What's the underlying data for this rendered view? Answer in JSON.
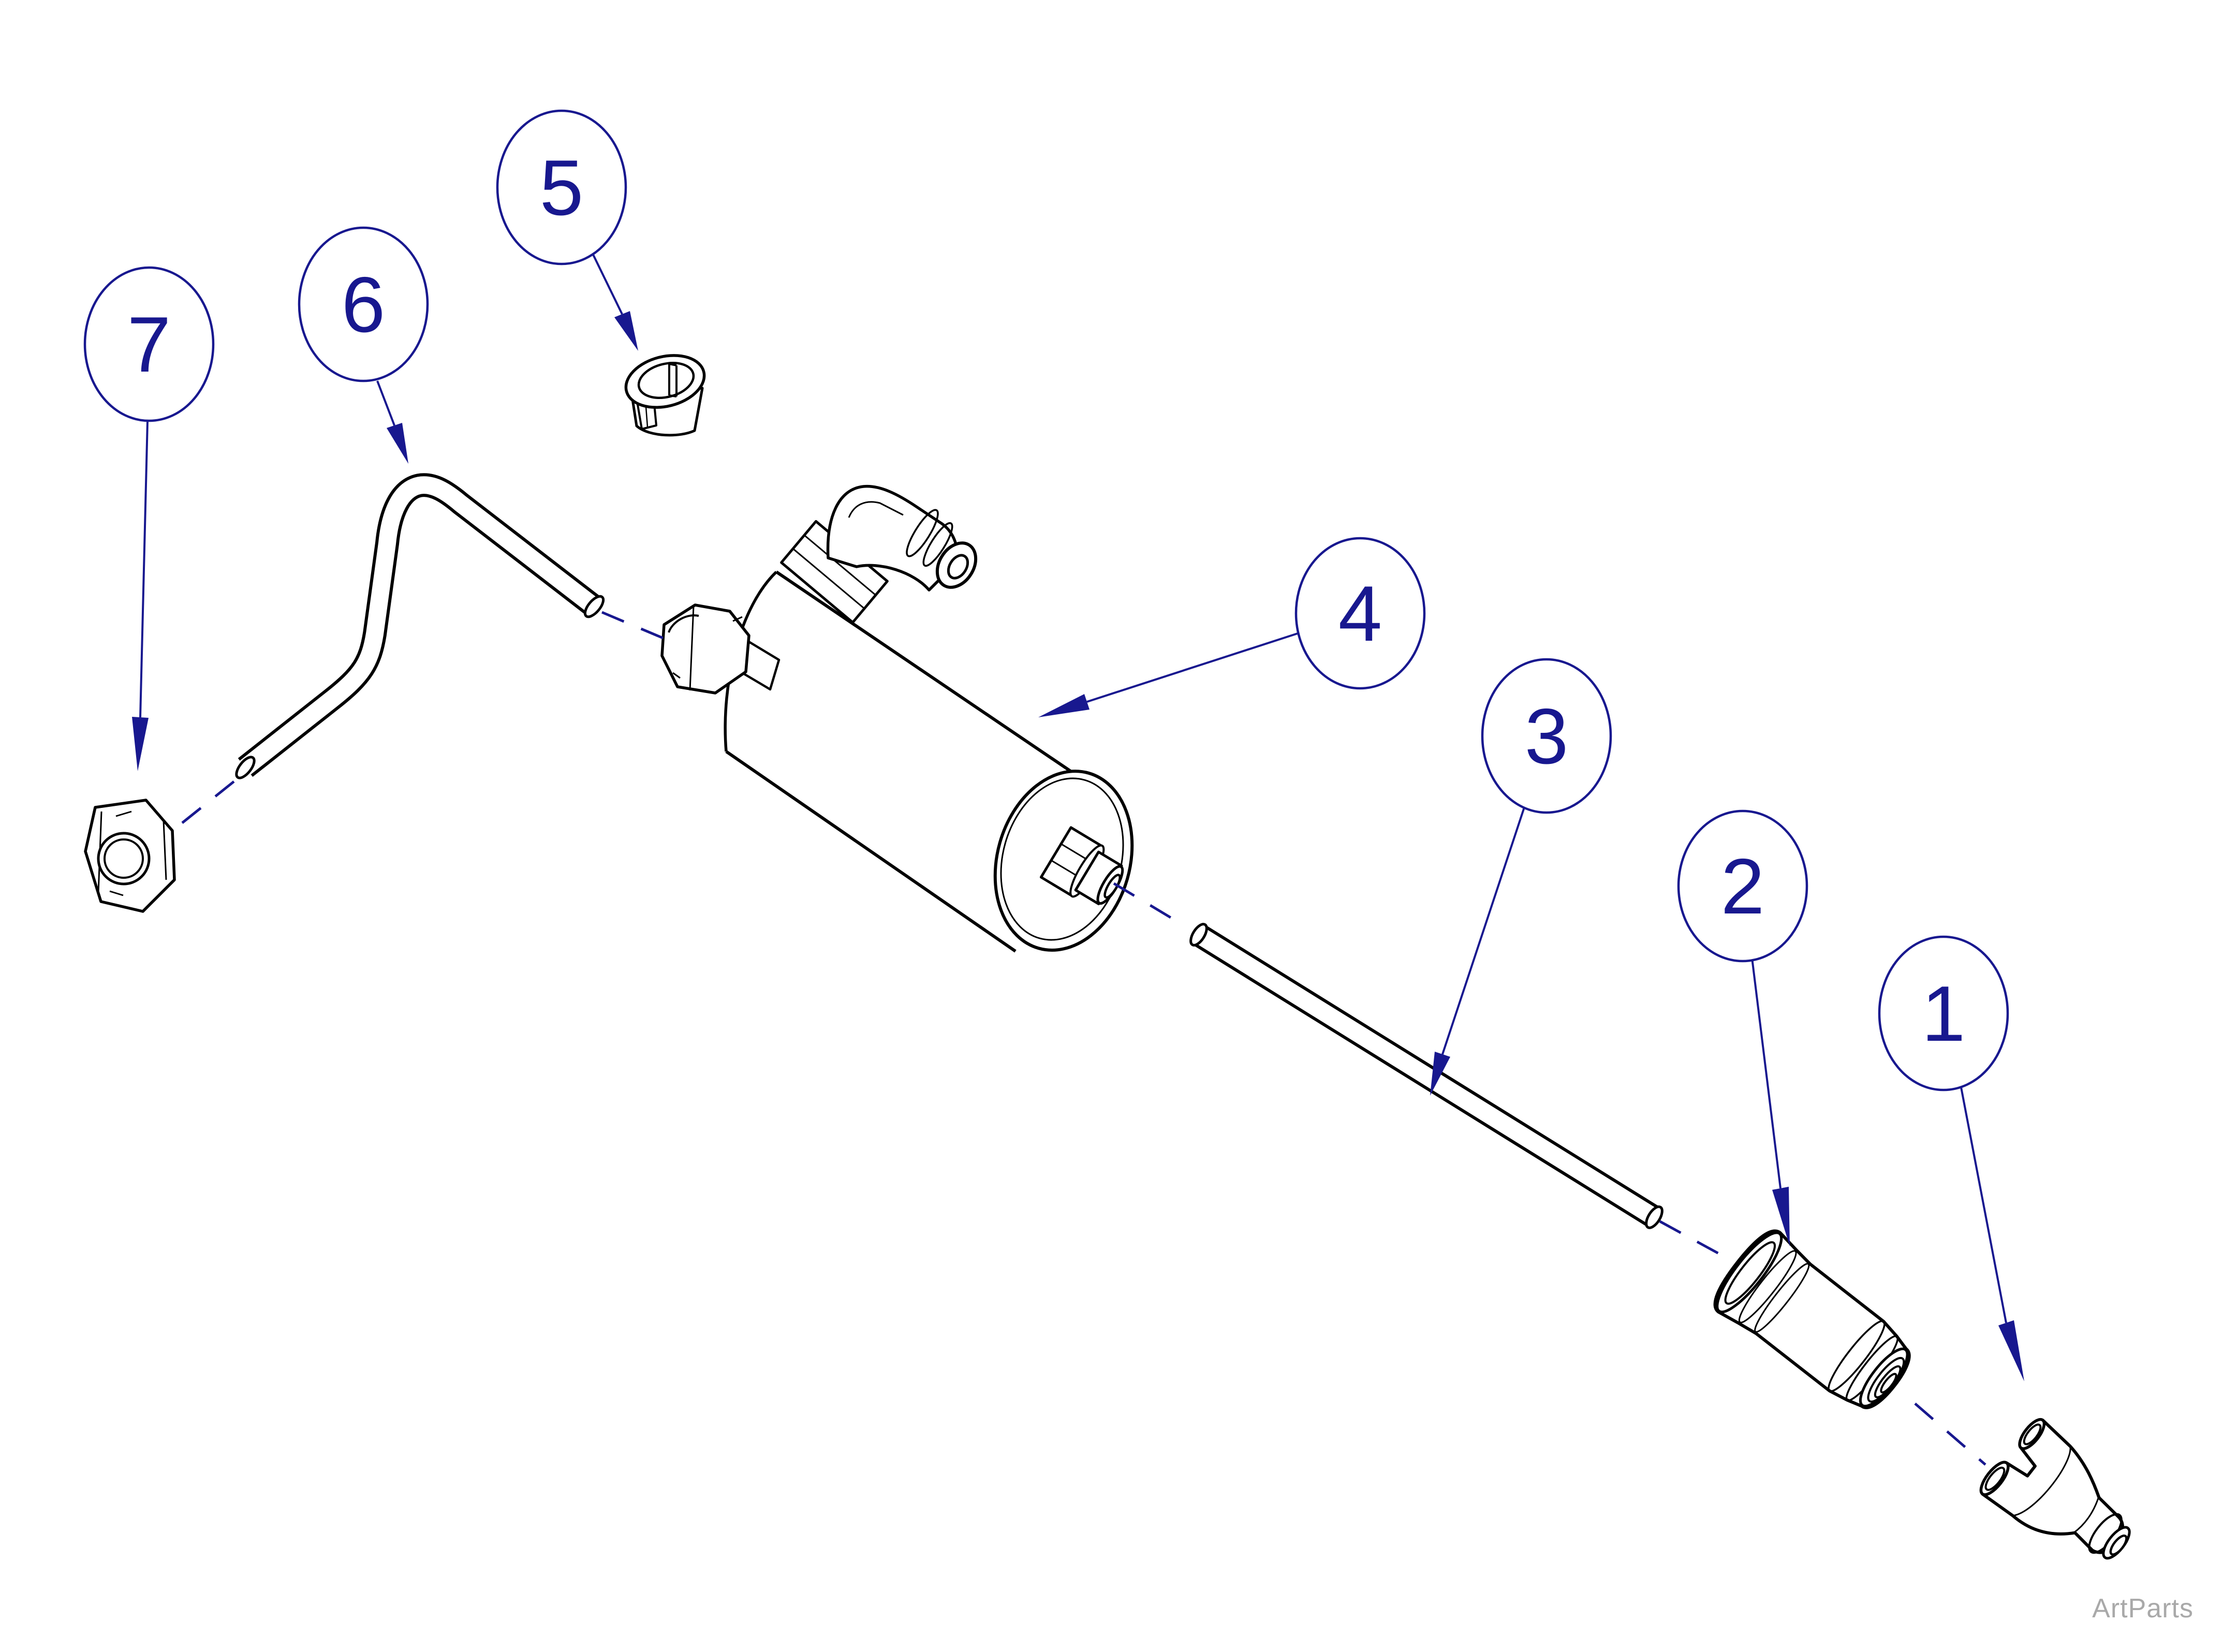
{
  "diagram": {
    "type": "exploded-parts-diagram",
    "watermark": "ArtParts",
    "colors": {
      "line": "#000000",
      "accent": "#18188f",
      "watermark": "#a9a9a9",
      "background": "#ffffff"
    },
    "callouts": [
      {
        "label": "1",
        "part": "y-connector-push-fitting"
      },
      {
        "label": "2",
        "part": "inline-quick-connect-coupling"
      },
      {
        "label": "3",
        "part": "straight-tube"
      },
      {
        "label": "4",
        "part": "filter-canister-assembly"
      },
      {
        "label": "5",
        "part": "snap-in-bushing"
      },
      {
        "label": "6",
        "part": "bent-tube"
      },
      {
        "label": "7",
        "part": "tube-nut"
      }
    ]
  }
}
